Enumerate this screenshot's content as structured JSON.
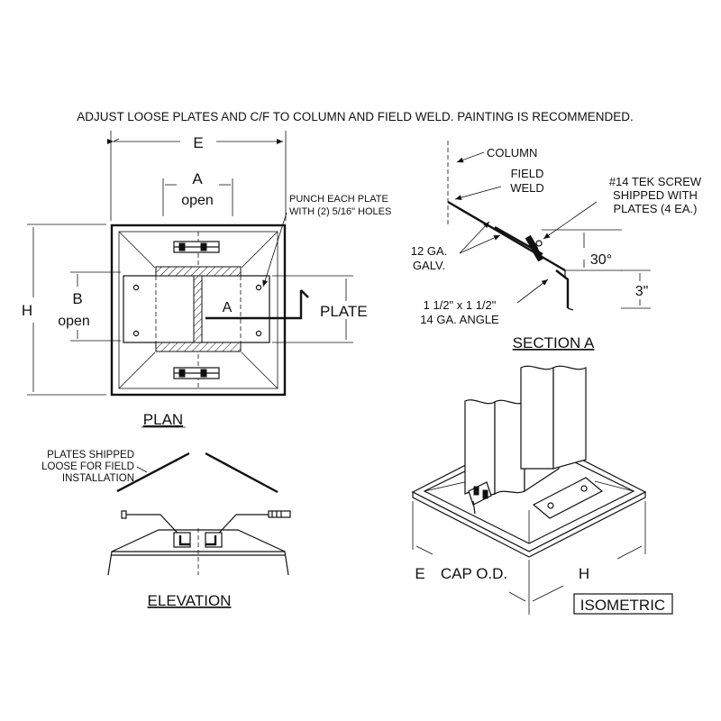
{
  "note": "ADJUST  LOOSE PLATES AND C/F TO COLUMN AND FIELD WELD.  PAINTING IS RECOMMENDED.",
  "plan": {
    "dim_e": "E",
    "dim_a": "A",
    "dim_a_sub": "open",
    "dim_b": "B",
    "dim_b_sub": "open",
    "dim_h": "H",
    "punch_line1": "PUNCH EACH PLATE",
    "punch_line2": "WITH (2) 5/16\" HOLES",
    "section_marker": "A",
    "plate_label": "PLATE",
    "title": "PLAN"
  },
  "section": {
    "column": "COLUMN",
    "field_weld_1": "FIELD",
    "field_weld_2": "WELD",
    "screw_1": "#14 TEK SCREW",
    "screw_2": "SHIPPED WITH",
    "screw_3": "PLATES (4 EA.)",
    "galv_1": "12 GA.",
    "galv_2": "GALV.",
    "angle_deg": "30°",
    "dim_3": "3\"",
    "angle_1": "1 1/2\" x 1 1/2\"",
    "angle_2": "14 GA. ANGLE",
    "title": "SECTION A"
  },
  "elevation": {
    "loose_1": "PLATES SHIPPED",
    "loose_2": "LOOSE FOR FIELD",
    "loose_3": "INSTALLATION",
    "title": "ELEVATION"
  },
  "isometric": {
    "dim_e": "E",
    "cap_od": "CAP O.D.",
    "dim_h": "H",
    "title": "ISOMETRIC"
  }
}
